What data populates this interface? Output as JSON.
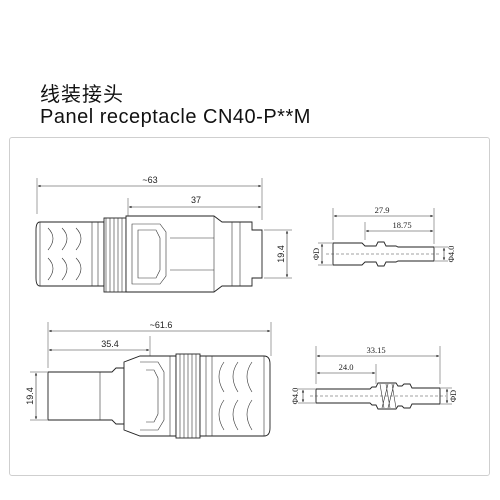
{
  "header": {
    "title_cn": "线装接头",
    "title_en": "Panel receptacle CN40-P**M"
  },
  "top_drawing": {
    "overall_length": "~63",
    "body_length": "37",
    "height": "19.4"
  },
  "top_pin": {
    "total_length": "27.9",
    "partial_length": "18.75",
    "left_diameter": "ΦD",
    "right_diameter": "Φ4.0"
  },
  "bottom_drawing": {
    "overall_length": "~61.6",
    "partial_length": "35.4",
    "height": "19.4"
  },
  "bottom_pin": {
    "total_length": "33.15",
    "partial_length": "24.0",
    "left_diameter": "Φ4.0",
    "right_diameter": "ΦD"
  },
  "colors": {
    "line": "#222222",
    "frame": "#cfcfcf"
  }
}
